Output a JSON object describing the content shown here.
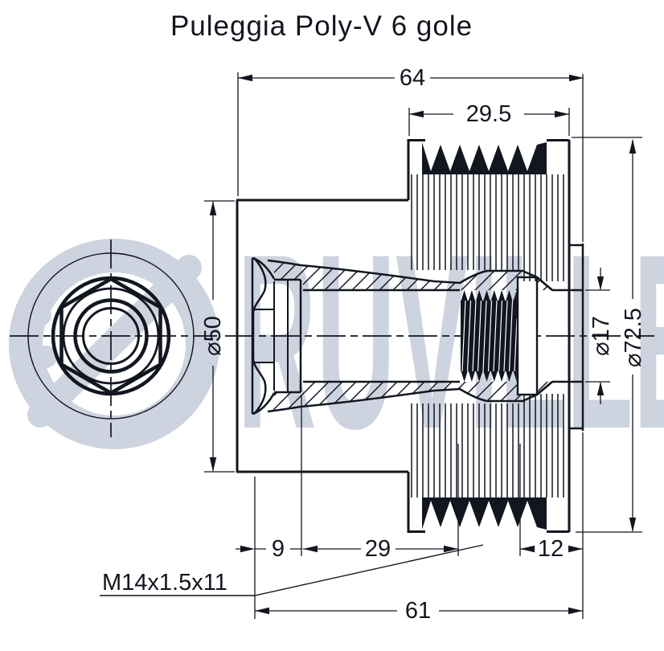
{
  "title": "Puleggia Poly-V 6 gole",
  "watermark": {
    "brand": "RUVILLE"
  },
  "colors": {
    "line": "#12161f",
    "watermark": "#cdd4df"
  },
  "dimensions": {
    "total_length": "64",
    "belt_width": "29.5",
    "flange_diameter": "⌀50",
    "bore_diameter": "⌀17",
    "outer_diameter": "⌀72.5",
    "front_offset": "9",
    "mid_length": "29",
    "rear_length": "12",
    "hub_length": "61",
    "thread_spec": "M14x1.5x11"
  }
}
